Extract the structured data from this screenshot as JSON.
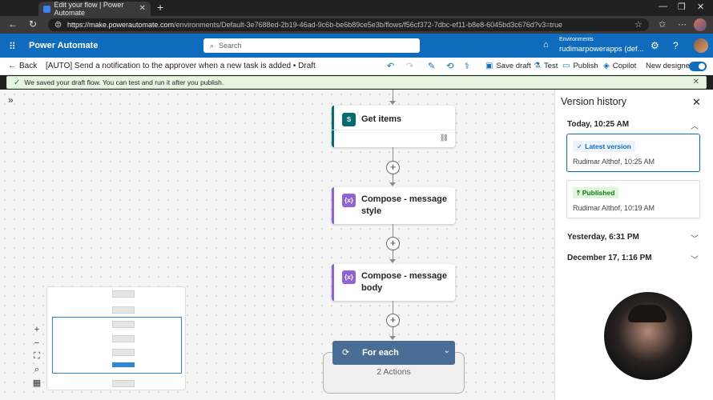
{
  "browser": {
    "tab_title": "Edit your flow | Power Automate",
    "url_host": "https://make.powerautomate.com",
    "url_path": "/environments/Default-3e7688ed-2b19-46ad-9c6b-be6b89ce5e3b/flows/f56cf372-7dbc-ef11-b8e8-6045bd3c676d?v3=true"
  },
  "header": {
    "app_name": "Power Automate",
    "search_placeholder": "Search",
    "env_label": "Environments",
    "env_name": "rudimarpowerapps (def..."
  },
  "cmdbar": {
    "back": "Back",
    "flow_title": "[AUTO] Send a notification to the approver when a new task is added • Draft",
    "save_draft": "Save draft",
    "test": "Test",
    "publish": "Publish",
    "copilot": "Copilot",
    "new_designer": "New designer"
  },
  "notice": {
    "text": "We saved your draft flow. You can test and run it after you publish."
  },
  "flow": {
    "steps": [
      {
        "title": "Get items",
        "color": "#036c70",
        "icon": "sharepoint-icon"
      },
      {
        "title_line1": "Compose - message",
        "title_line2": "style",
        "color": "#8f62d6",
        "icon": "compose-icon"
      },
      {
        "title_line1": "Compose - message",
        "title_line2": "body",
        "color": "#8f62d6",
        "icon": "compose-icon"
      }
    ],
    "foreach": {
      "title": "For each",
      "actions": "2 Actions",
      "color": "#4a6d96"
    }
  },
  "version_history": {
    "title": "Version history",
    "groups": [
      {
        "label": "Today, 10:25 AM",
        "expanded": true,
        "versions": [
          {
            "badge": "Latest version",
            "meta": "Rudimar Althof, 10:25 AM",
            "selected": true
          },
          {
            "badge": "Published",
            "meta": "Rudimar Althof, 10:19 AM",
            "selected": false
          }
        ]
      },
      {
        "label": "Yesterday, 6:31 PM",
        "expanded": false
      },
      {
        "label": "December 17, 1:16 PM",
        "expanded": false
      }
    ]
  },
  "colors": {
    "brand": "#0f6cbd",
    "success": "#107c10",
    "published_bg": "#dff6dd",
    "latest_bg": "#ebf3fc"
  }
}
